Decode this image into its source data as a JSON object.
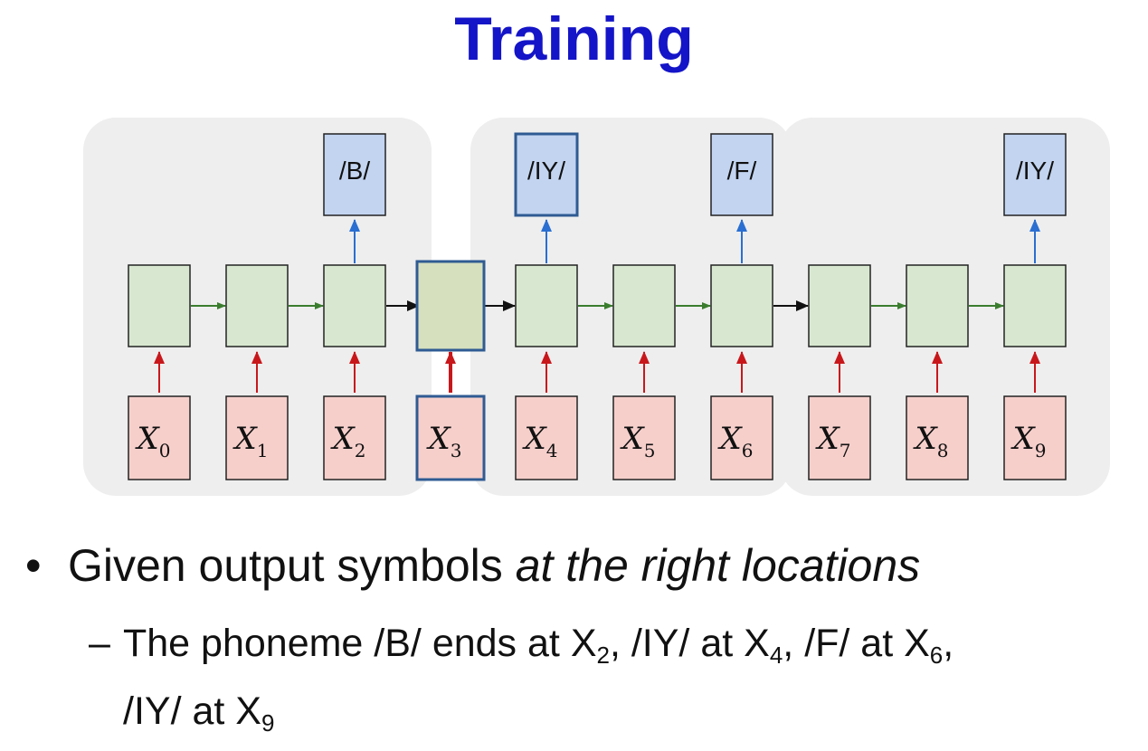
{
  "title": "Training",
  "inputs": [
    {
      "base": "X",
      "sub": "0"
    },
    {
      "base": "X",
      "sub": "1"
    },
    {
      "base": "X",
      "sub": "2"
    },
    {
      "base": "X",
      "sub": "3"
    },
    {
      "base": "X",
      "sub": "4"
    },
    {
      "base": "X",
      "sub": "5"
    },
    {
      "base": "X",
      "sub": "6"
    },
    {
      "base": "X",
      "sub": "7"
    },
    {
      "base": "X",
      "sub": "8"
    },
    {
      "base": "X",
      "sub": "9"
    }
  ],
  "outputs": [
    {
      "step": 2,
      "label": "/B/",
      "highlight": false
    },
    {
      "step": 4,
      "label": "/IY/",
      "highlight": true
    },
    {
      "step": 6,
      "label": "/F/",
      "highlight": false
    },
    {
      "step": 9,
      "label": "/IY/",
      "highlight": false
    }
  ],
  "highlighted_step": 3,
  "colors": {
    "title": "#1414c8",
    "hidden_fill": "#d8e8d0",
    "hidden_highlight_fill": "#d6dfbe",
    "input_fill": "#f6cfcb",
    "output_fill": "#c2d4f0",
    "highlight_border": "#2f5b93",
    "group_bg": "#eeeeee",
    "arrow_green": "#3a7d2e",
    "arrow_black": "#111111",
    "arrow_red": "#c8171b",
    "arrow_blue": "#2a6fd1"
  },
  "bullet": {
    "mark": "•",
    "text_plain": "Given output symbols ",
    "text_italic": "at the right locations"
  },
  "subbullet": {
    "dash": "–",
    "line1": {
      "p1": "The phoneme /B/ ends at X",
      "s1": "2",
      "p2": ", /IY/ at X",
      "s2": "4",
      "p3": ", /F/ at X",
      "s3": "6",
      "p4": ","
    },
    "line2": {
      "p1": "/IY/ at X",
      "s1": "9"
    }
  }
}
